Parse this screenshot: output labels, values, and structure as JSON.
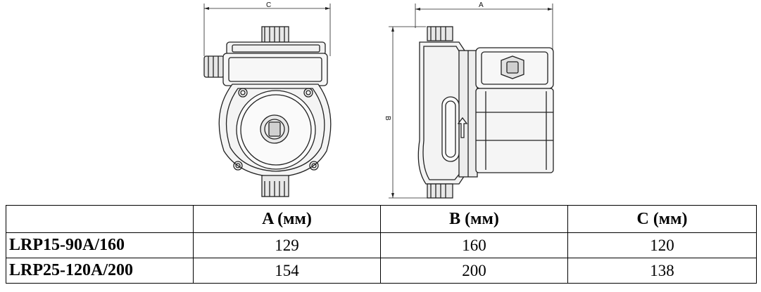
{
  "drawing": {
    "dimension_labels": {
      "front_width": "C",
      "side_width": "A",
      "side_height": "B"
    }
  },
  "table": {
    "headers": [
      "",
      "A (мм)",
      "B (мм)",
      "C (мм)"
    ],
    "rows": [
      {
        "model": "LRP15-90A/160",
        "a": "129",
        "b": "160",
        "c": "120"
      },
      {
        "model": "LRP25-120A/200",
        "a": "154",
        "b": "200",
        "c": "138"
      }
    ]
  }
}
